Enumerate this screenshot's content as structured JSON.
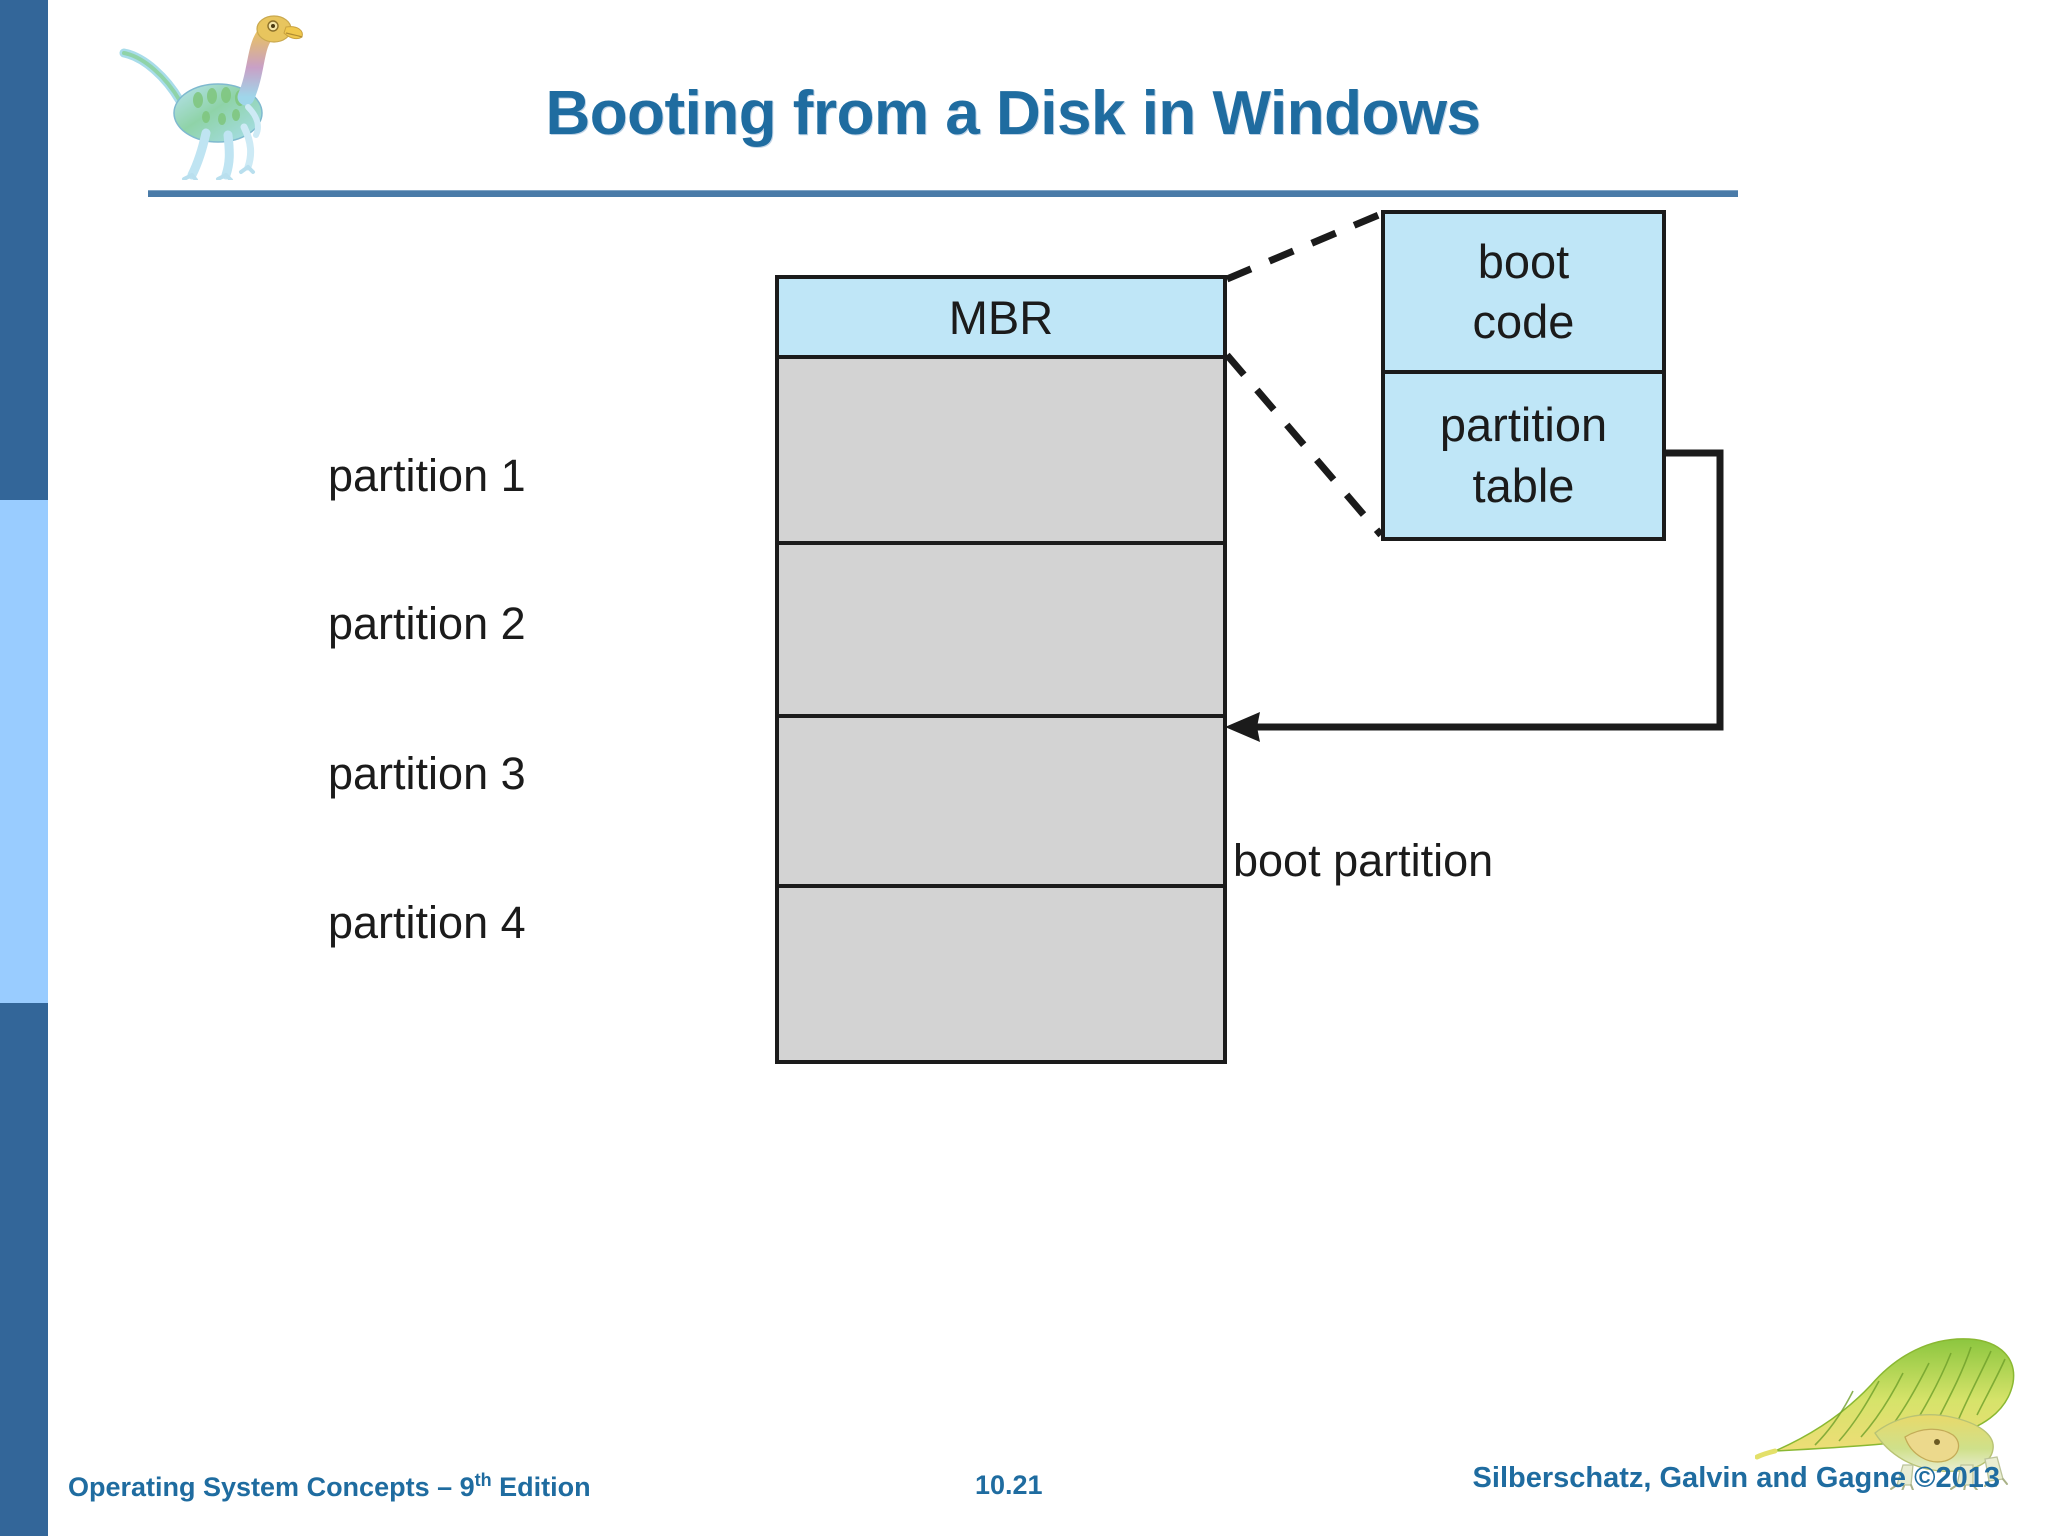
{
  "slide": {
    "title": "Booting from a Disk in Windows",
    "accent_color": "#1F6CA0",
    "sidebar_dark_color": "#336699",
    "sidebar_light_color": "#99ccff"
  },
  "diagram": {
    "disk": {
      "mbr_label": "MBR",
      "mbr_fill": "#bfe6f7",
      "partition_fill": "#d3d3d3",
      "partitions": [
        {
          "label": "partition 1"
        },
        {
          "label": "partition 2"
        },
        {
          "label": "partition 3"
        },
        {
          "label": "partition 4"
        }
      ]
    },
    "mbr_detail": {
      "boot_code_line1": "boot",
      "boot_code_line2": "code",
      "partition_table_line1": "partition",
      "partition_table_line2": "table",
      "fill": "#bfe6f7"
    },
    "annotation": {
      "boot_partition_label": "boot partition",
      "points_to": "partition 3"
    }
  },
  "footer": {
    "left_text_before": "Operating System Concepts – 9",
    "left_superscript": "th",
    "left_text_after": " Edition",
    "page_number": "10.21",
    "right_text": "Silberschatz, Galvin and Gagne ©2013"
  },
  "icons": {
    "dino_top": "dinosaur-icon",
    "dino_bottom": "dimetrodon-icon"
  }
}
